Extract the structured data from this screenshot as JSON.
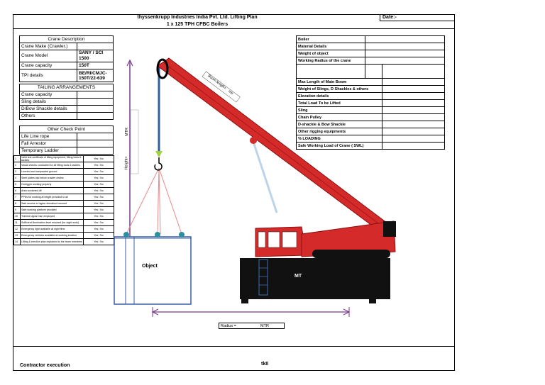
{
  "header": {
    "title": "thyssenkrupp Industries India Pvt. Ltd. Lifting Plan",
    "subtitle": "1 x 125 TPH CFBC Boilers",
    "date_label": "Date:-"
  },
  "crane_description": {
    "heading": "Crane Description",
    "rows": [
      {
        "label": "Crane Make (Crawler.)",
        "value": ""
      },
      {
        "label": "Crane Model",
        "value": "SANY / SCI 1500"
      },
      {
        "label": "Crane capacity",
        "value": "150T"
      },
      {
        "label": "TPI details",
        "value": "BE/RI/CMJC-150T/22-639"
      }
    ]
  },
  "tailing": {
    "heading": "TAILING ARRANGEMENTS",
    "rows": [
      {
        "label": "Crane capacity",
        "value": ""
      },
      {
        "label": "Sling details",
        "value": ""
      },
      {
        "label": "D/Bow Shackle details",
        "value": ""
      },
      {
        "label": "Others",
        "value": ""
      }
    ]
  },
  "other_check": {
    "heading": "Other Check Point",
    "rows": [
      {
        "label": "Life Line rope",
        "value": ""
      },
      {
        "label": "Fall Arrestor",
        "value": ""
      },
      {
        "label": "Temporary Ladder",
        "value": ""
      }
    ]
  },
  "checklist": [
    {
      "no": "1",
      "text": "Valid test certificate of lifting equipment, lifting tools & tackles",
      "ans": "Yes / No"
    },
    {
      "no": "2",
      "text": "Visual checks conducted for all lifting tools & tackles",
      "ans": "Yes / No"
    },
    {
      "no": "3",
      "text": "Leveled and compacted ground",
      "ans": "Yes / No"
    },
    {
      "no": "4",
      "text": "Steel plates laid below crawler chains",
      "ans": "Yes / No"
    },
    {
      "no": "5",
      "text": "Outrigger working properly",
      "ans": "Yes / No"
    },
    {
      "no": "6",
      "text": "Area cordoned off",
      "ans": "Yes / No"
    },
    {
      "no": "7",
      "text": "PPEs for working at height provided to all",
      "ans": "Yes / No"
    },
    {
      "no": "8",
      "text": "Safe access to higher elevation ensured",
      "ans": "Yes / No"
    },
    {
      "no": "9",
      "text": "Safe working platform provided",
      "ans": "Yes / No"
    },
    {
      "no": "10",
      "text": "Trained signal man employed",
      "ans": "Yes / No"
    },
    {
      "no": "11",
      "text": "Sufficient illumination level ensured (for night work)",
      "ans": "Yes / No"
    },
    {
      "no": "12",
      "text": "Emergency light available at night time",
      "ans": "Yes / No"
    },
    {
      "no": "13",
      "text": "Emergency vehicles available at working location",
      "ans": "Yes / No"
    },
    {
      "no": "14",
      "text": "Lifting & erection plan explained to the team members",
      "ans": "Yes / No"
    }
  ],
  "right_table": {
    "rows_a": [
      "Boiler",
      "Material Details",
      "Weight of object",
      "Working Radius of the crane",
      ""
    ],
    "rows_b": [
      "Max Length of Main Boom",
      "Weight of  Slings, D Shackles & others",
      "Elevation details",
      "Total Load To be Lifted",
      "Sling",
      "Chain Pulley",
      "D-shackle & Bow Shackle",
      "Other rigging equipments",
      "% LOADING",
      "Safe Working Load of Crane ( SWL)"
    ]
  },
  "drawing": {
    "boom_label": "Boom length=",
    "boom_unit": "mtr",
    "mtr_vertical": "MTR",
    "height_label": "Height=",
    "object_label": "Object",
    "carrier_label": "MT",
    "radius_label": "Radius =",
    "radius_unit": "MTR",
    "colors": {
      "crane": "#d42a2a",
      "purple": "#7a3b8f",
      "object": "#3a5ea8",
      "sling": "#e88a8a",
      "rope": "#2e5fa3"
    }
  },
  "footer": {
    "contractor": "Contractor execution",
    "company": "tkII"
  }
}
